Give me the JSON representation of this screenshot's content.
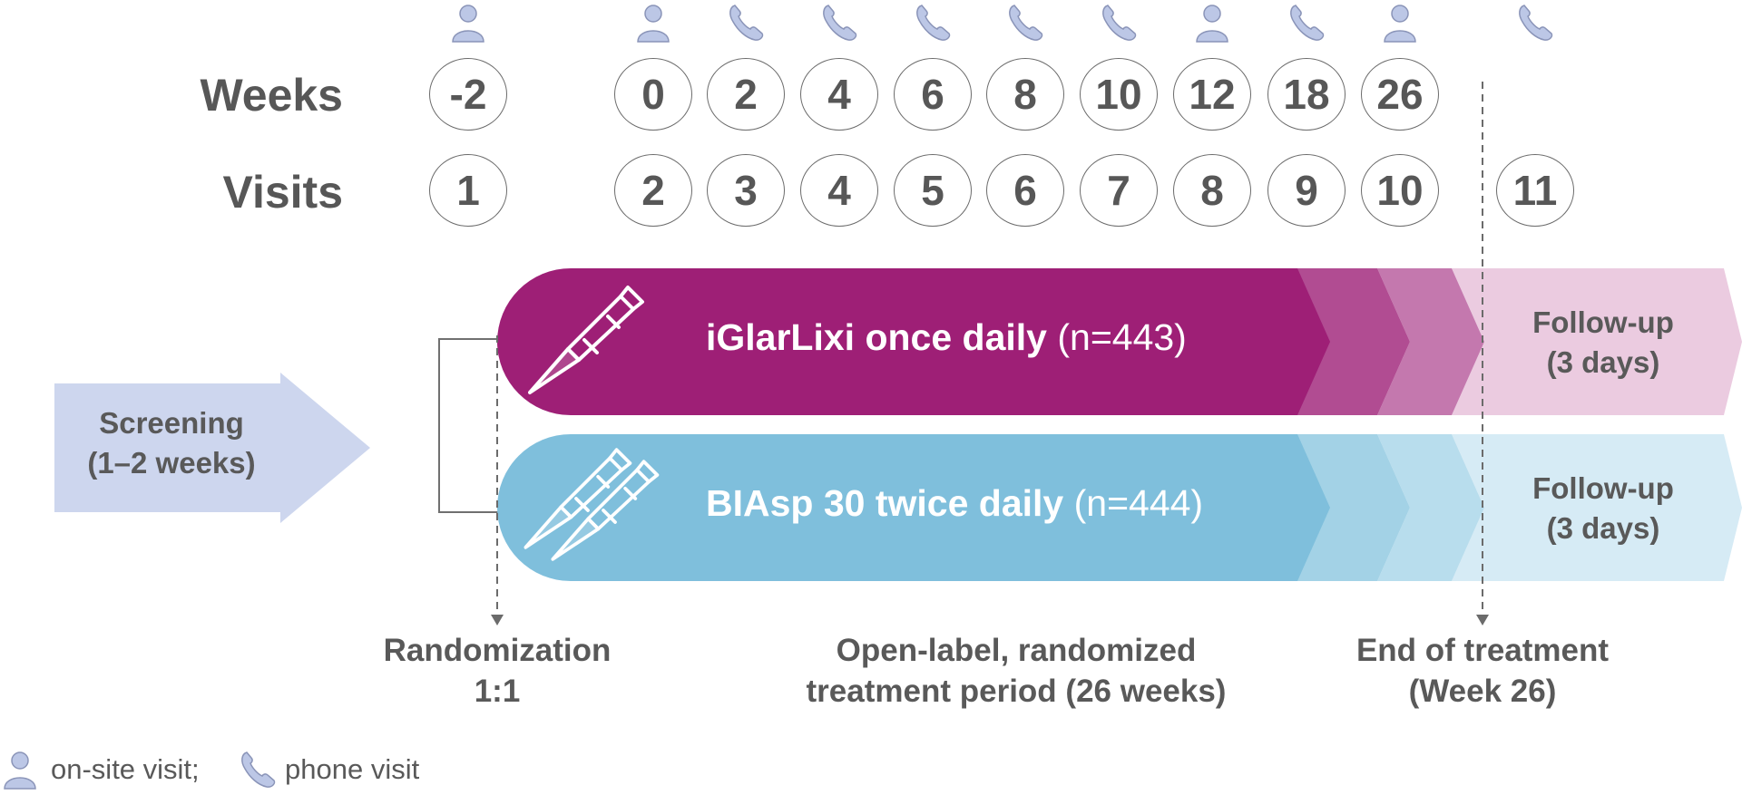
{
  "timeline": {
    "weeks_label": "Weeks",
    "visits_label": "Visits",
    "columns": [
      {
        "week": "-2",
        "visit": "1",
        "type": "on-site"
      },
      {
        "week": "0",
        "visit": "2",
        "type": "on-site"
      },
      {
        "week": "2",
        "visit": "3",
        "type": "phone"
      },
      {
        "week": "4",
        "visit": "4",
        "type": "phone"
      },
      {
        "week": "6",
        "visit": "5",
        "type": "phone"
      },
      {
        "week": "8",
        "visit": "6",
        "type": "phone"
      },
      {
        "week": "10",
        "visit": "7",
        "type": "phone"
      },
      {
        "week": "12",
        "visit": "8",
        "type": "on-site"
      },
      {
        "week": "18",
        "visit": "9",
        "type": "phone"
      },
      {
        "week": "26",
        "visit": "10",
        "type": "on-site"
      },
      {
        "week": "",
        "visit": "11",
        "type": "phone"
      }
    ]
  },
  "screening": {
    "line1": "Screening",
    "line2": "(1–2 weeks)"
  },
  "arms": [
    {
      "name": "iGlarLixi once daily",
      "n": "(n=443)",
      "color": "#9E1F76",
      "followup_line1": "Follow-up",
      "followup_line2": "(3 days)",
      "pen_icon": "single-pen-icon"
    },
    {
      "name": "BIAsp 30 twice daily",
      "n": "(n=444)",
      "color": "#7FBFDC",
      "followup_line1": "Follow-up",
      "followup_line2": "(3 days)",
      "pen_icon": "double-pen-icon"
    }
  ],
  "labels": {
    "randomization_line1": "Randomization",
    "randomization_line2": "1:1",
    "period_line1": "Open-label, randomized",
    "period_line2": "treatment period (26 weeks)",
    "eot_line1": "End of treatment",
    "eot_line2": "(Week 26)"
  },
  "legend": {
    "onsite": "on-site visit;",
    "phone": "phone visit"
  },
  "colors": {
    "person_icon": "#BCC7E6",
    "phone_icon": "#BCC7E6",
    "screening_arrow": "#CDD6EE",
    "arm1": "#9E1F76",
    "arm2": "#7FBFDC",
    "arm1_followup": "#EBCBE0",
    "arm2_followup": "#D6EBF5",
    "text_dark": "#575757"
  }
}
